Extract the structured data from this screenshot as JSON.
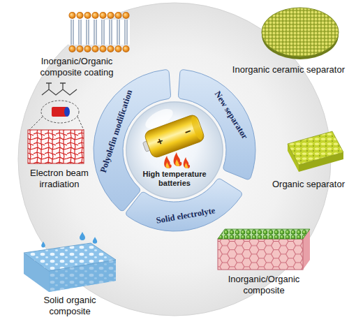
{
  "diagram": {
    "nodes": [
      {
        "text": [
          "Polyolefin modification"
        ]
      },
      {
        "text": [
          "New separator"
        ]
      },
      {
        "text": [
          "Solid electrolyte"
        ]
      },
      {
        "text": [
          "High temperature batteries"
        ]
      }
    ],
    "labels": [
      "Inorganic/Organic composite coating",
      "Inorganic ceramic separator",
      "Electron beam irradiation",
      "Organic separator",
      "Solid organic composite",
      "Inorganic/Organic composite",
      "+",
      "−"
    ]
  }
}
